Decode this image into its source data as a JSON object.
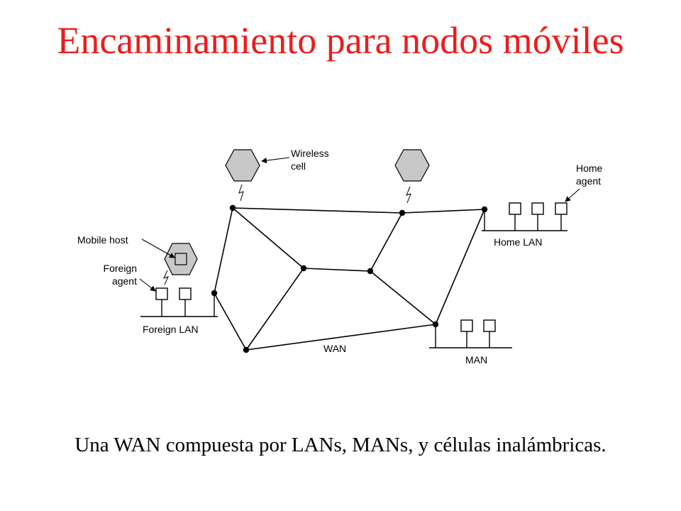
{
  "slide": {
    "title": "Encaminamiento para nodos móviles",
    "caption": "Una WAN compuesta por LANs, MANs, y células inalámbricas."
  },
  "diagram": {
    "labels": {
      "wireless_cell_1": "Wireless",
      "wireless_cell_2": "cell",
      "home_agent_1": "Home",
      "home_agent_2": "agent",
      "mobile_host": "Mobile host",
      "foreign_agent_1": "Foreign",
      "foreign_agent_2": "agent",
      "home_lan": "Home LAN",
      "foreign_lan": "Foreign LAN",
      "wan": "WAN",
      "man": "MAN"
    },
    "colors": {
      "cell_fill": "#c8c8c8",
      "line": "#000000"
    }
  }
}
